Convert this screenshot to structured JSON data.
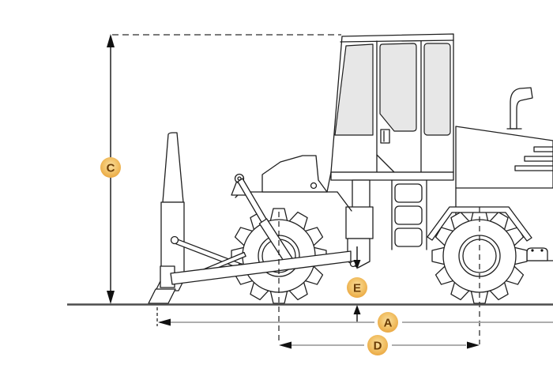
{
  "colors": {
    "page_bg": "#ffffff",
    "drawing": "#1f1f1f",
    "window_fill": "#e7e7e7",
    "ground": "#4d4d4d",
    "ref_dash": "#7a7a7a",
    "dim_line": "#a3a3a3",
    "arrow": "#111111",
    "badge_inner": "#f9dfa0",
    "badge_outer": "#e9a43c",
    "badge_text": "#6b3c05"
  },
  "diagram": {
    "type": "machine-dimension-diagram",
    "badges": [
      {
        "label": "C"
      },
      {
        "label": "E"
      },
      {
        "label": "A"
      },
      {
        "label": "D"
      }
    ]
  }
}
